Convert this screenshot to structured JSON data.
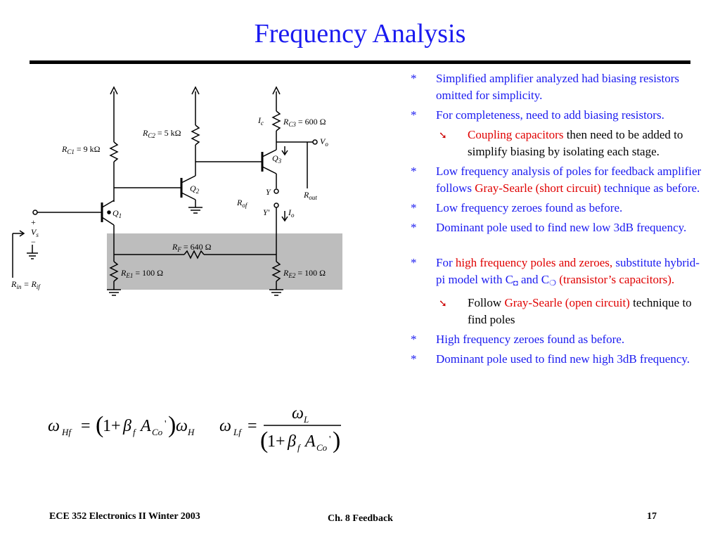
{
  "title": "Frequency Analysis",
  "bullets": {
    "b1": "Simplified amplifier analyzed had biasing resistors omitted for simplicity.",
    "b2": "For completeness, need to add biasing resistors.",
    "s1_red": "Coupling capacitors",
    "s1_rest": " then need to be added to simplify biasing by isolating each stage.",
    "b3_a": "Low frequency analysis of poles for feedback amplifier follows ",
    "b3_red": "Gray-Searle (short circuit)",
    "b3_b": " technique as before.",
    "b4": "Low frequency zeroes found as before.",
    "b5": "Dominant pole used to find new low 3dB frequency.",
    "b6_a": "For ",
    "b6_red": "high frequency poles and zeroes,",
    "b6_b": " substitute hybrid-pi model with C",
    "b6_c": " and C",
    "b6_d": " (transistor’s capacitors).",
    "s2_a": "Follow ",
    "s2_red": "Gray-Searle (open circuit)",
    "s2_b": " technique to find poles",
    "b7": "High frequency zeroes found as before.",
    "b8": "Dominant pole used to find new high 3dB frequency."
  },
  "circuit": {
    "rc1": "R",
    "rc1_sub": "C1",
    "rc1_val": " = 9 kΩ",
    "rc2": "R",
    "rc2_sub": "C2",
    "rc2_val": " = 5 kΩ",
    "rc3": "R",
    "rc3_sub": "C3",
    "rc3_val": " = 600 Ω",
    "rf": "R",
    "rf_sub": "F",
    "rf_val": " = 640 Ω",
    "re1": "R",
    "re1_sub": "E1",
    "re1_val": " = 100 Ω",
    "re2": "R",
    "re2_sub": "E2",
    "re2_val": " = 100 Ω",
    "q1": "Q",
    "q1_sub": "1",
    "q2": "Q",
    "q2_sub": "2",
    "q3": "Q",
    "q3_sub": "3",
    "ic": "I",
    "ic_sub": "c",
    "io": "I",
    "io_sub": "o",
    "vo": "V",
    "vo_sub": "o",
    "vs": "V",
    "vs_sub": "s",
    "rout": "R",
    "rout_sub": "out",
    "rof": "R",
    "rof_sub": "of",
    "rin": "R",
    "rin_sub": "in",
    "rif": " = R",
    "rif_sub": "if",
    "y": "Y",
    "yp": "Y′",
    "plus": "+",
    "minus": "−"
  },
  "equations": {
    "omega": "ω",
    "beta": "β",
    "A": "A",
    "Hf": "Hf",
    "H": "H",
    "Lf": "Lf",
    "L": "L",
    "f": "f",
    "Co": "Co",
    "one_plus": "1+",
    "equals": "=",
    "prime": "'"
  },
  "footer": {
    "left": "ECE 352  Electronics II Winter 2003",
    "center": "Ch. 8 Feedback",
    "right": "17"
  },
  "colors": {
    "title": "#1a1af0",
    "accent": "#e00000",
    "shade": "#bdbdbd"
  }
}
